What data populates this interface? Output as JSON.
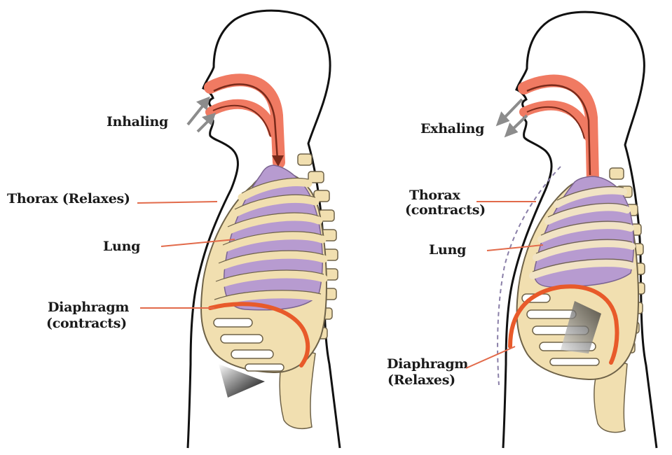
{
  "colors": {
    "outline": "#111111",
    "airway": "#f07a62",
    "airway_dark": "#7a2a1a",
    "lung": "#b79bd0",
    "rib": "#f1dfb0",
    "rib_stroke": "#6e6248",
    "leader": "#e26a4a",
    "diaphragm": "#e85a2a",
    "arrow": "#8c8c8c"
  },
  "left_panel": {
    "action": "Inhaling",
    "thorax": "Thorax (Relaxes)",
    "lung": "Lung",
    "diaphragm_line1": "Diaphragm",
    "diaphragm_line2": "(contracts)"
  },
  "right_panel": {
    "action": "Exhaling",
    "thorax_line1": "Thorax",
    "thorax_line2": "(contracts)",
    "lung": "Lung",
    "diaphragm_line1": "Diaphragm",
    "diaphragm_line2": "(Relaxes)"
  }
}
